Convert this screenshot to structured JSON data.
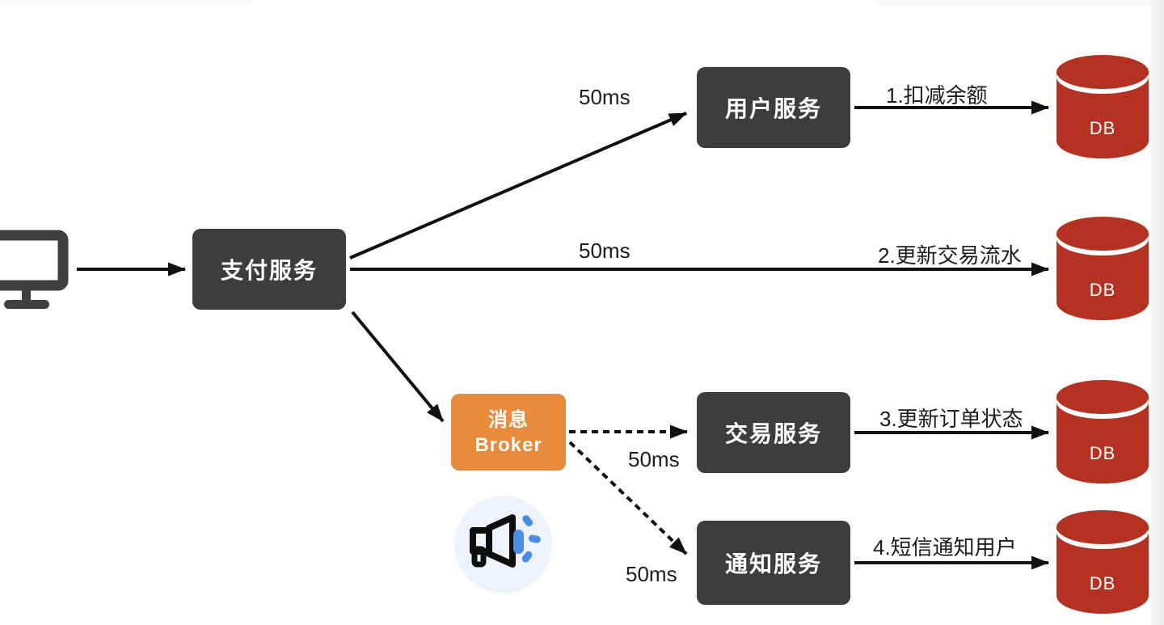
{
  "diagram": {
    "title_hint": "payment-microservices-flow",
    "colors": {
      "service_box": "#3d3d3d",
      "broker_box": "#e88c3c",
      "database": "#b53222",
      "arrow": "#111111",
      "label_text": "#1c1c1c",
      "box_text": "#ffffff",
      "megaphone_accent": "#4a8ee4",
      "megaphone_circle_bg": "#eef2fb"
    },
    "nodes": {
      "payment": {
        "label": "支付服务"
      },
      "user": {
        "label": "用户服务"
      },
      "trade": {
        "label": "交易服务"
      },
      "notify": {
        "label": "通知服务"
      },
      "broker": {
        "line1": "消息",
        "line2": "Broker"
      }
    },
    "databases": [
      {
        "label": "DB"
      },
      {
        "label": "DB"
      },
      {
        "label": "DB"
      },
      {
        "label": "DB"
      }
    ],
    "edges": {
      "payment_to_user_latency": "50ms",
      "payment_to_db_latency": "50ms",
      "broker_to_trade_latency": "50ms",
      "broker_to_notify_latency": "50ms",
      "user_to_db_label": "1.扣减余额",
      "payment_to_db_label": "2.更新交易流水",
      "trade_to_db_label": "3.更新订单状态",
      "notify_to_db_label": "4.短信通知用户"
    }
  }
}
